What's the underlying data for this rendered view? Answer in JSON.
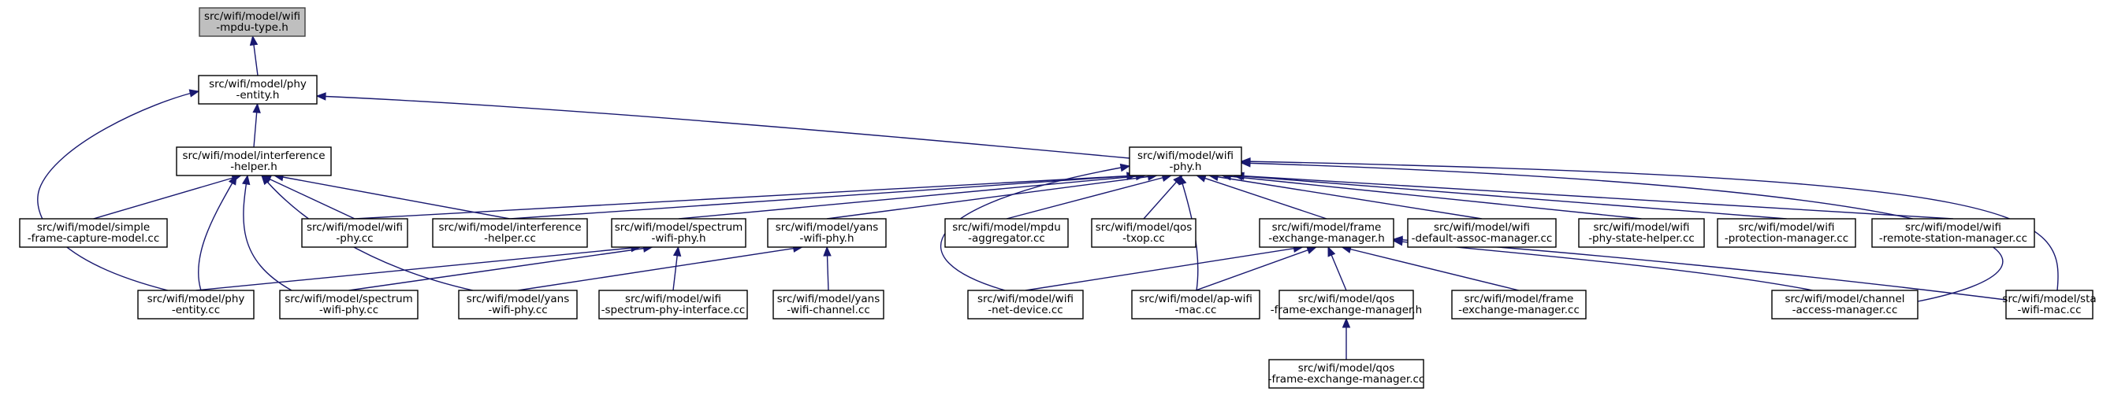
{
  "nodes": [
    {
      "id": "mpdu_type_h",
      "lines": [
        "src/wifi/model/wifi",
        "-mpdu-type.h"
      ],
      "root": true
    },
    {
      "id": "phy_entity_h",
      "lines": [
        "src/wifi/model/phy",
        "-entity.h"
      ]
    },
    {
      "id": "interference_helper_h",
      "lines": [
        "src/wifi/model/interference",
        "-helper.h"
      ]
    },
    {
      "id": "wifi_phy_h",
      "lines": [
        "src/wifi/model/wifi",
        "-phy.h"
      ]
    },
    {
      "id": "simple_frame_capture_model_cc",
      "lines": [
        "src/wifi/model/simple",
        "-frame-capture-model.cc"
      ]
    },
    {
      "id": "wifi_phy_cc",
      "lines": [
        "src/wifi/model/wifi",
        "-phy.cc"
      ]
    },
    {
      "id": "interference_helper_cc",
      "lines": [
        "src/wifi/model/interference",
        "-helper.cc"
      ]
    },
    {
      "id": "spectrum_wifi_phy_h",
      "lines": [
        "src/wifi/model/spectrum",
        "-wifi-phy.h"
      ]
    },
    {
      "id": "yans_wifi_phy_h",
      "lines": [
        "src/wifi/model/yans",
        "-wifi-phy.h"
      ]
    },
    {
      "id": "mpdu_aggregator_cc",
      "lines": [
        "src/wifi/model/mpdu",
        "-aggregator.cc"
      ]
    },
    {
      "id": "qos_txop_cc",
      "lines": [
        "src/wifi/model/qos",
        "-txop.cc"
      ]
    },
    {
      "id": "frame_exchange_manager_h",
      "lines": [
        "src/wifi/model/frame",
        "-exchange-manager.h"
      ]
    },
    {
      "id": "wifi_default_assoc_manager_cc",
      "lines": [
        "src/wifi/model/wifi",
        "-default-assoc-manager.cc"
      ]
    },
    {
      "id": "wifi_phy_state_helper_cc",
      "lines": [
        "src/wifi/model/wifi",
        "-phy-state-helper.cc"
      ]
    },
    {
      "id": "wifi_protection_manager_cc",
      "lines": [
        "src/wifi/model/wifi",
        "-protection-manager.cc"
      ]
    },
    {
      "id": "wifi_remote_station_manager_cc",
      "lines": [
        "src/wifi/model/wifi",
        "-remote-station-manager.cc"
      ]
    },
    {
      "id": "phy_entity_cc",
      "lines": [
        "src/wifi/model/phy",
        "-entity.cc"
      ]
    },
    {
      "id": "spectrum_wifi_phy_cc",
      "lines": [
        "src/wifi/model/spectrum",
        "-wifi-phy.cc"
      ]
    },
    {
      "id": "yans_wifi_phy_cc",
      "lines": [
        "src/wifi/model/yans",
        "-wifi-phy.cc"
      ]
    },
    {
      "id": "wifi_spectrum_phy_interface_cc",
      "lines": [
        "src/wifi/model/wifi",
        "-spectrum-phy-interface.cc"
      ]
    },
    {
      "id": "yans_wifi_channel_cc",
      "lines": [
        "src/wifi/model/yans",
        "-wifi-channel.cc"
      ]
    },
    {
      "id": "wifi_net_device_cc",
      "lines": [
        "src/wifi/model/wifi",
        "-net-device.cc"
      ]
    },
    {
      "id": "ap_wifi_mac_cc",
      "lines": [
        "src/wifi/model/ap-wifi",
        "-mac.cc"
      ]
    },
    {
      "id": "qos_frame_exchange_manager_h",
      "lines": [
        "src/wifi/model/qos",
        "-frame-exchange-manager.h"
      ]
    },
    {
      "id": "frame_exchange_manager_cc",
      "lines": [
        "src/wifi/model/frame",
        "-exchange-manager.cc"
      ]
    },
    {
      "id": "channel_access_manager_cc",
      "lines": [
        "src/wifi/model/channel",
        "-access-manager.cc"
      ]
    },
    {
      "id": "sta_wifi_mac_cc",
      "lines": [
        "src/wifi/model/sta",
        "-wifi-mac.cc"
      ]
    },
    {
      "id": "qos_frame_exchange_manager_cc",
      "lines": [
        "src/wifi/model/qos",
        "-frame-exchange-manager.cc"
      ]
    }
  ],
  "edges": [
    [
      "phy_entity_h",
      "mpdu_type_h"
    ],
    [
      "interference_helper_h",
      "phy_entity_h"
    ],
    [
      "wifi_phy_h",
      "phy_entity_h"
    ],
    [
      "phy_entity_cc",
      "phy_entity_h"
    ],
    [
      "simple_frame_capture_model_cc",
      "interference_helper_h"
    ],
    [
      "wifi_phy_cc",
      "interference_helper_h"
    ],
    [
      "interference_helper_cc",
      "interference_helper_h"
    ],
    [
      "phy_entity_cc",
      "interference_helper_h"
    ],
    [
      "spectrum_wifi_phy_cc",
      "interference_helper_h"
    ],
    [
      "yans_wifi_phy_cc",
      "interference_helper_h"
    ],
    [
      "wifi_phy_cc",
      "wifi_phy_h"
    ],
    [
      "interference_helper_cc",
      "wifi_phy_h"
    ],
    [
      "spectrum_wifi_phy_h",
      "wifi_phy_h"
    ],
    [
      "yans_wifi_phy_h",
      "wifi_phy_h"
    ],
    [
      "mpdu_aggregator_cc",
      "wifi_phy_h"
    ],
    [
      "qos_txop_cc",
      "wifi_phy_h"
    ],
    [
      "frame_exchange_manager_h",
      "wifi_phy_h"
    ],
    [
      "wifi_default_assoc_manager_cc",
      "wifi_phy_h"
    ],
    [
      "wifi_phy_state_helper_cc",
      "wifi_phy_h"
    ],
    [
      "wifi_protection_manager_cc",
      "wifi_phy_h"
    ],
    [
      "wifi_remote_station_manager_cc",
      "wifi_phy_h"
    ],
    [
      "wifi_net_device_cc",
      "wifi_phy_h"
    ],
    [
      "ap_wifi_mac_cc",
      "wifi_phy_h"
    ],
    [
      "channel_access_manager_cc",
      "wifi_phy_h"
    ],
    [
      "sta_wifi_mac_cc",
      "wifi_phy_h"
    ],
    [
      "phy_entity_cc",
      "spectrum_wifi_phy_h"
    ],
    [
      "spectrum_wifi_phy_cc",
      "spectrum_wifi_phy_h"
    ],
    [
      "wifi_spectrum_phy_interface_cc",
      "spectrum_wifi_phy_h"
    ],
    [
      "yans_wifi_phy_cc",
      "yans_wifi_phy_h"
    ],
    [
      "yans_wifi_channel_cc",
      "yans_wifi_phy_h"
    ],
    [
      "wifi_net_device_cc",
      "frame_exchange_manager_h"
    ],
    [
      "ap_wifi_mac_cc",
      "frame_exchange_manager_h"
    ],
    [
      "qos_frame_exchange_manager_h",
      "frame_exchange_manager_h"
    ],
    [
      "frame_exchange_manager_cc",
      "frame_exchange_manager_h"
    ],
    [
      "channel_access_manager_cc",
      "frame_exchange_manager_h"
    ],
    [
      "sta_wifi_mac_cc",
      "frame_exchange_manager_h"
    ],
    [
      "qos_frame_exchange_manager_cc",
      "qos_frame_exchange_manager_h"
    ]
  ]
}
